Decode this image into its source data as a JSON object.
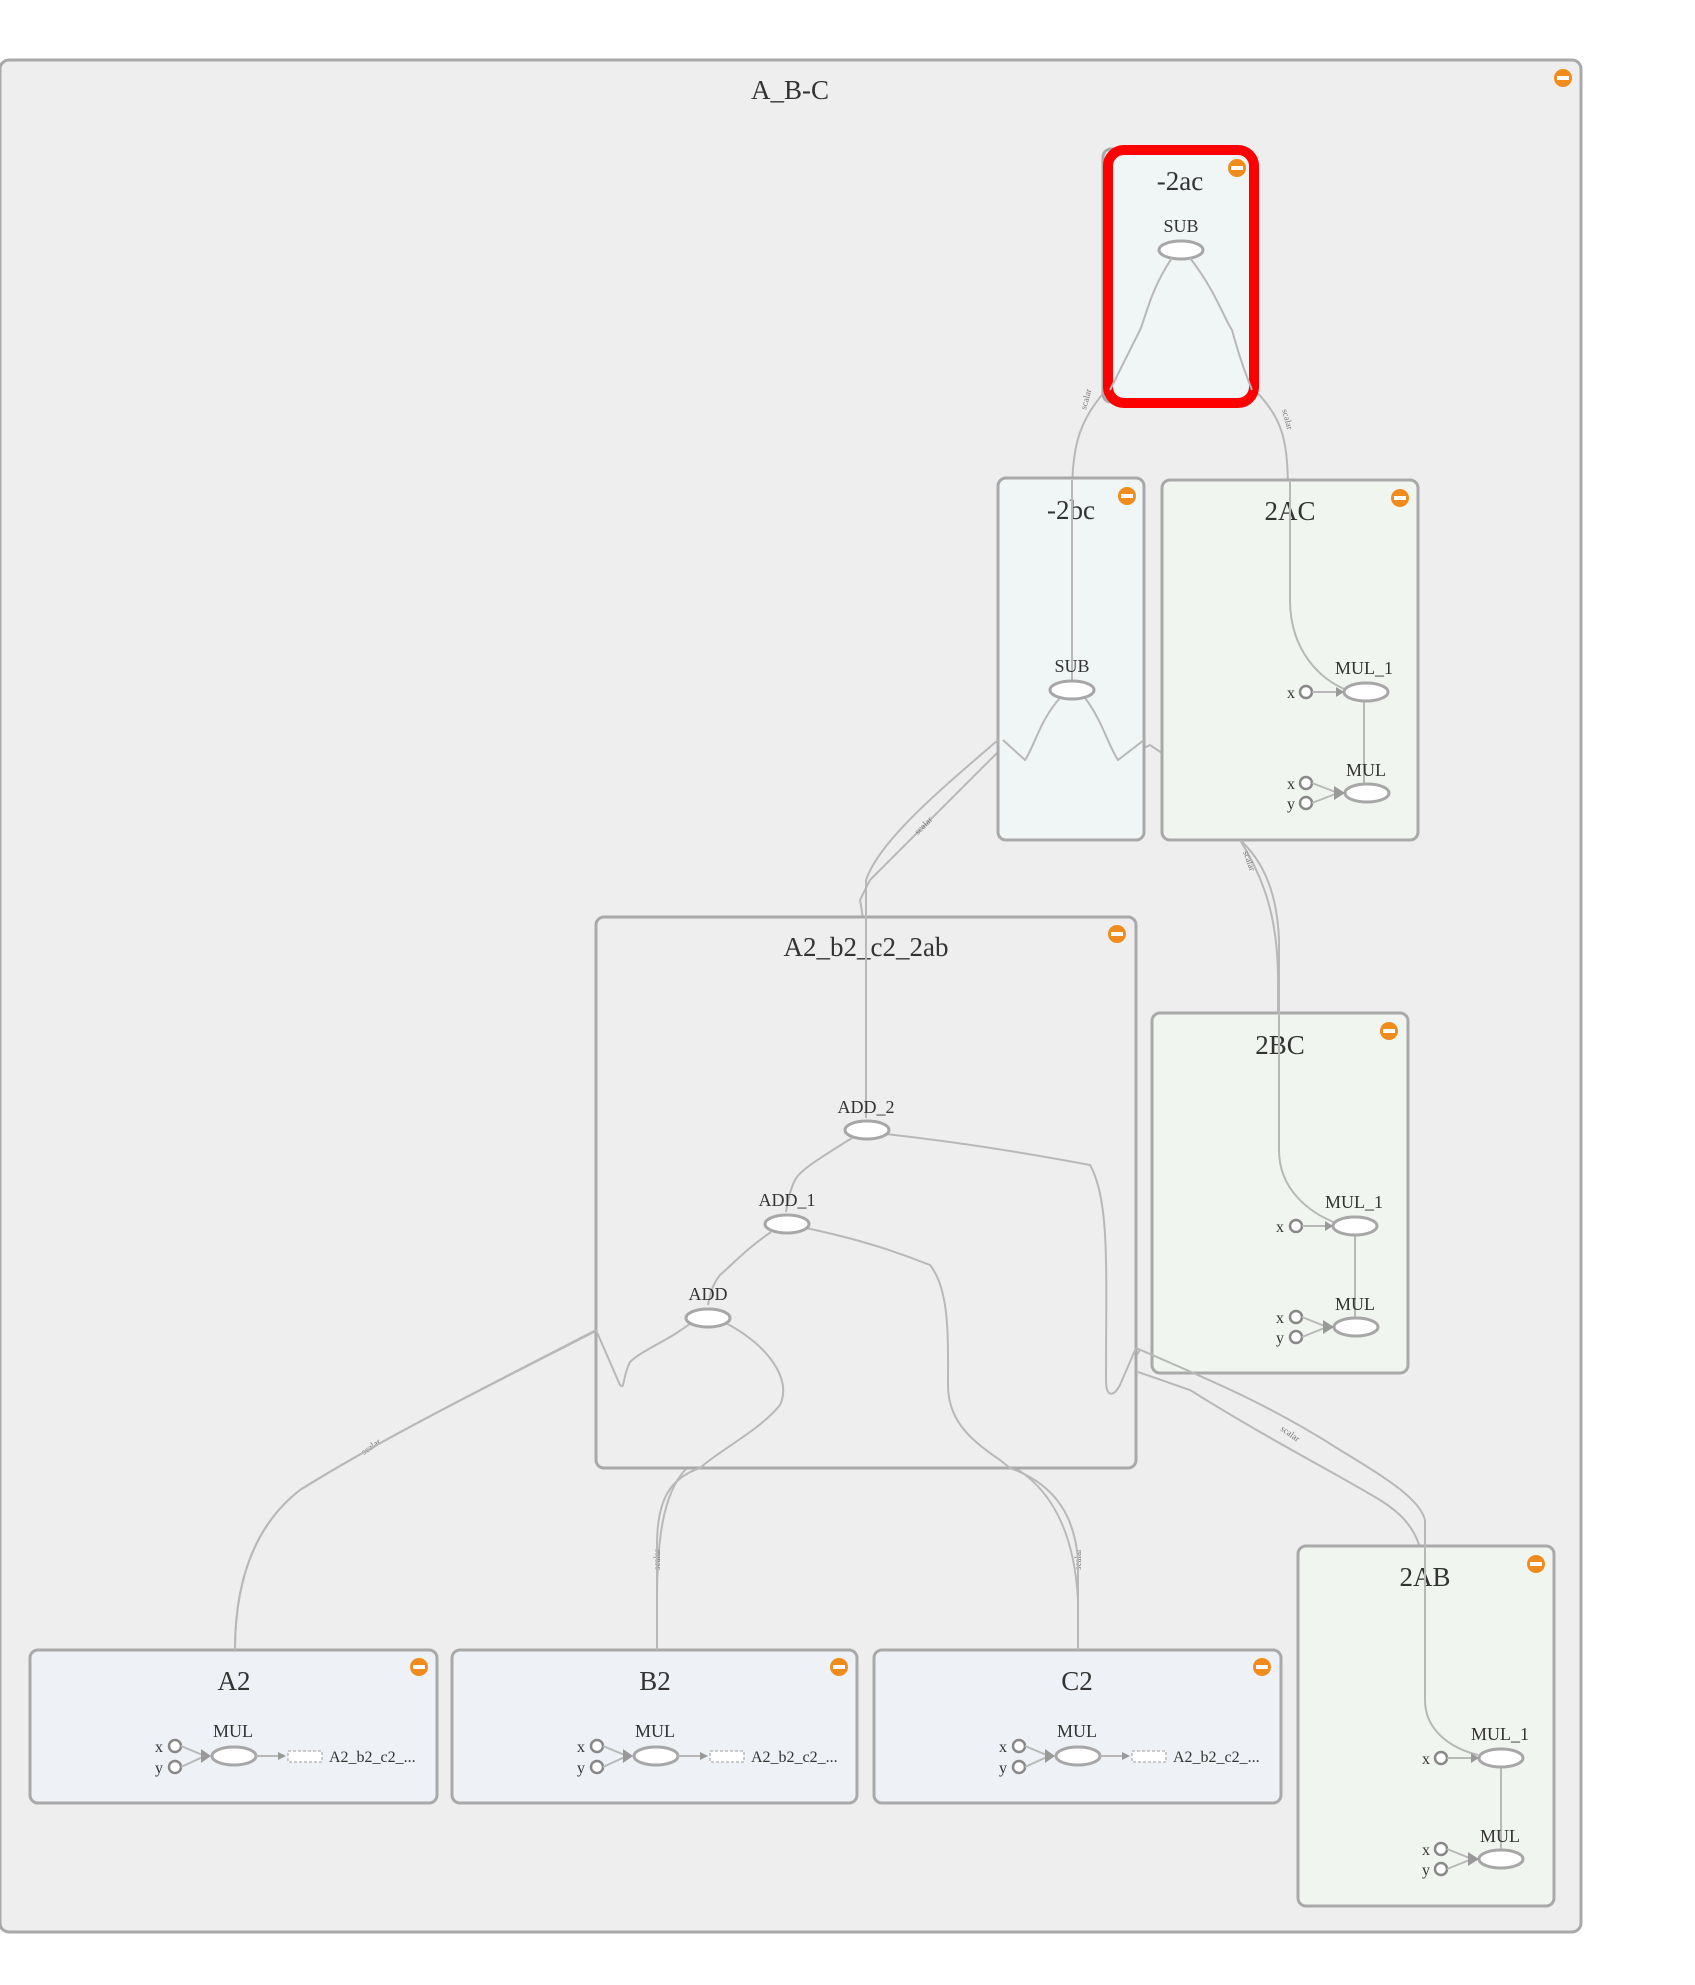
{
  "colors": {
    "outer_fill": "#eeeeee",
    "blue_group_fill": "#f0f5f5",
    "green_group_fill": "#f1f5ef",
    "input_group_fill": "#eef1f5",
    "selected_outline": "#ff0000",
    "collapse_button": "#f08c1e",
    "edge": "#b8b8b8"
  },
  "diagram": {
    "outer_title": "A_B-C",
    "groups": {
      "neg2ac": {
        "title": "-2ac",
        "op": "SUB"
      },
      "neg2bc": {
        "title": "-2bc",
        "op": "SUB"
      },
      "g2AC": {
        "title": "2AC",
        "op1": "MUL_1",
        "op2": "MUL",
        "x": "x",
        "y": "y"
      },
      "g2BC": {
        "title": "2BC",
        "op1": "MUL_1",
        "op2": "MUL",
        "x": "x",
        "y": "y"
      },
      "g2AB": {
        "title": "2AB",
        "op1": "MUL_1",
        "op2": "MUL",
        "x": "x",
        "y": "y"
      },
      "sum": {
        "title": "A2_b2_c2_2ab",
        "op_add2": "ADD_2",
        "op_add1": "ADD_1",
        "op_add": "ADD"
      },
      "A2": {
        "title": "A2",
        "op": "MUL",
        "x": "x",
        "y": "y",
        "out": "A2_b2_c2_..."
      },
      "B2": {
        "title": "B2",
        "op": "MUL",
        "x": "x",
        "y": "y",
        "out": "A2_b2_c2_..."
      },
      "C2": {
        "title": "C2",
        "op": "MUL",
        "x": "x",
        "y": "y",
        "out": "A2_b2_c2_..."
      }
    },
    "edge_labels": {
      "scalar": "scalar"
    }
  }
}
